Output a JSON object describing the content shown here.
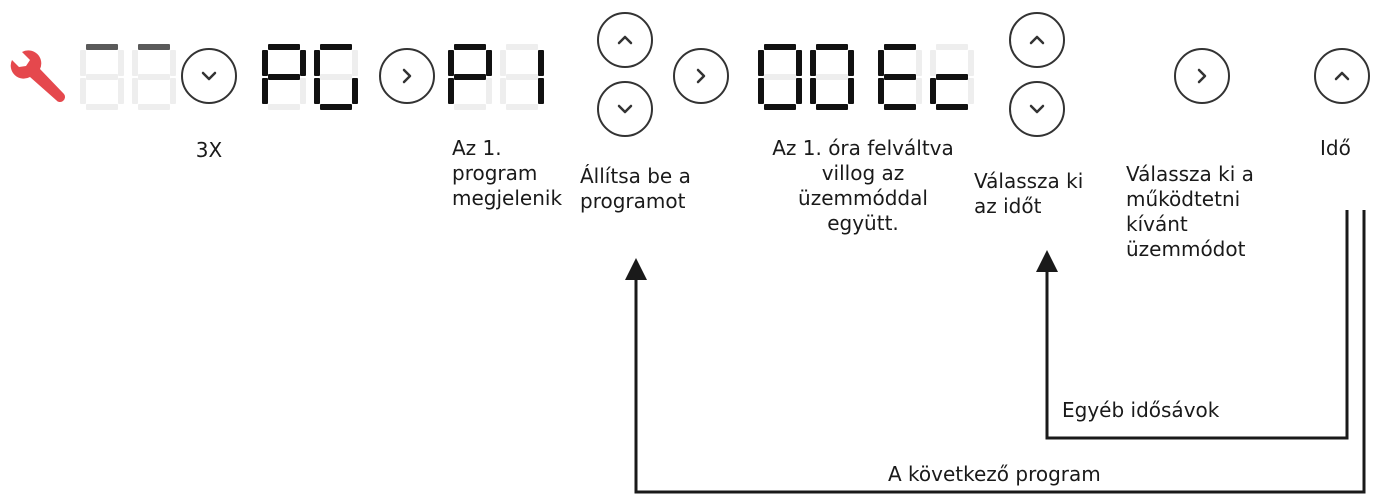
{
  "steps": {
    "times_3": "3X",
    "program_shown": [
      "Az 1.",
      "program",
      "megjelenik"
    ],
    "set_program": [
      "Állítsa be a",
      "programot"
    ],
    "hour_flashes": [
      "Az 1. óra felváltva",
      "villog az",
      "üzemmóddal",
      "együtt."
    ],
    "select_time": [
      "Válassza ki",
      "az időt"
    ],
    "select_mode": [
      "Válassza ki a",
      "működtetni",
      "kívánt",
      "üzemmódot"
    ],
    "time": "Idő"
  },
  "loops": {
    "other_slots": "Egyéb idősávok",
    "next_program": "A következő program"
  },
  "displays": {
    "blank": "88",
    "program_code": "PG",
    "program_number": "P1",
    "hour": "00",
    "mode": "Ec"
  },
  "icons": {
    "wrench": "wrench-icon",
    "down": "chevron-down-icon",
    "right": "chevron-right-icon",
    "up": "chevron-up-icon"
  },
  "colors": {
    "wrench": "#e5484d",
    "segment_on": "#111111",
    "segment_off": "#eeeeee",
    "segment_dim": "#5a5a5a",
    "line": "#1a1a1a",
    "button_border": "#333333"
  }
}
